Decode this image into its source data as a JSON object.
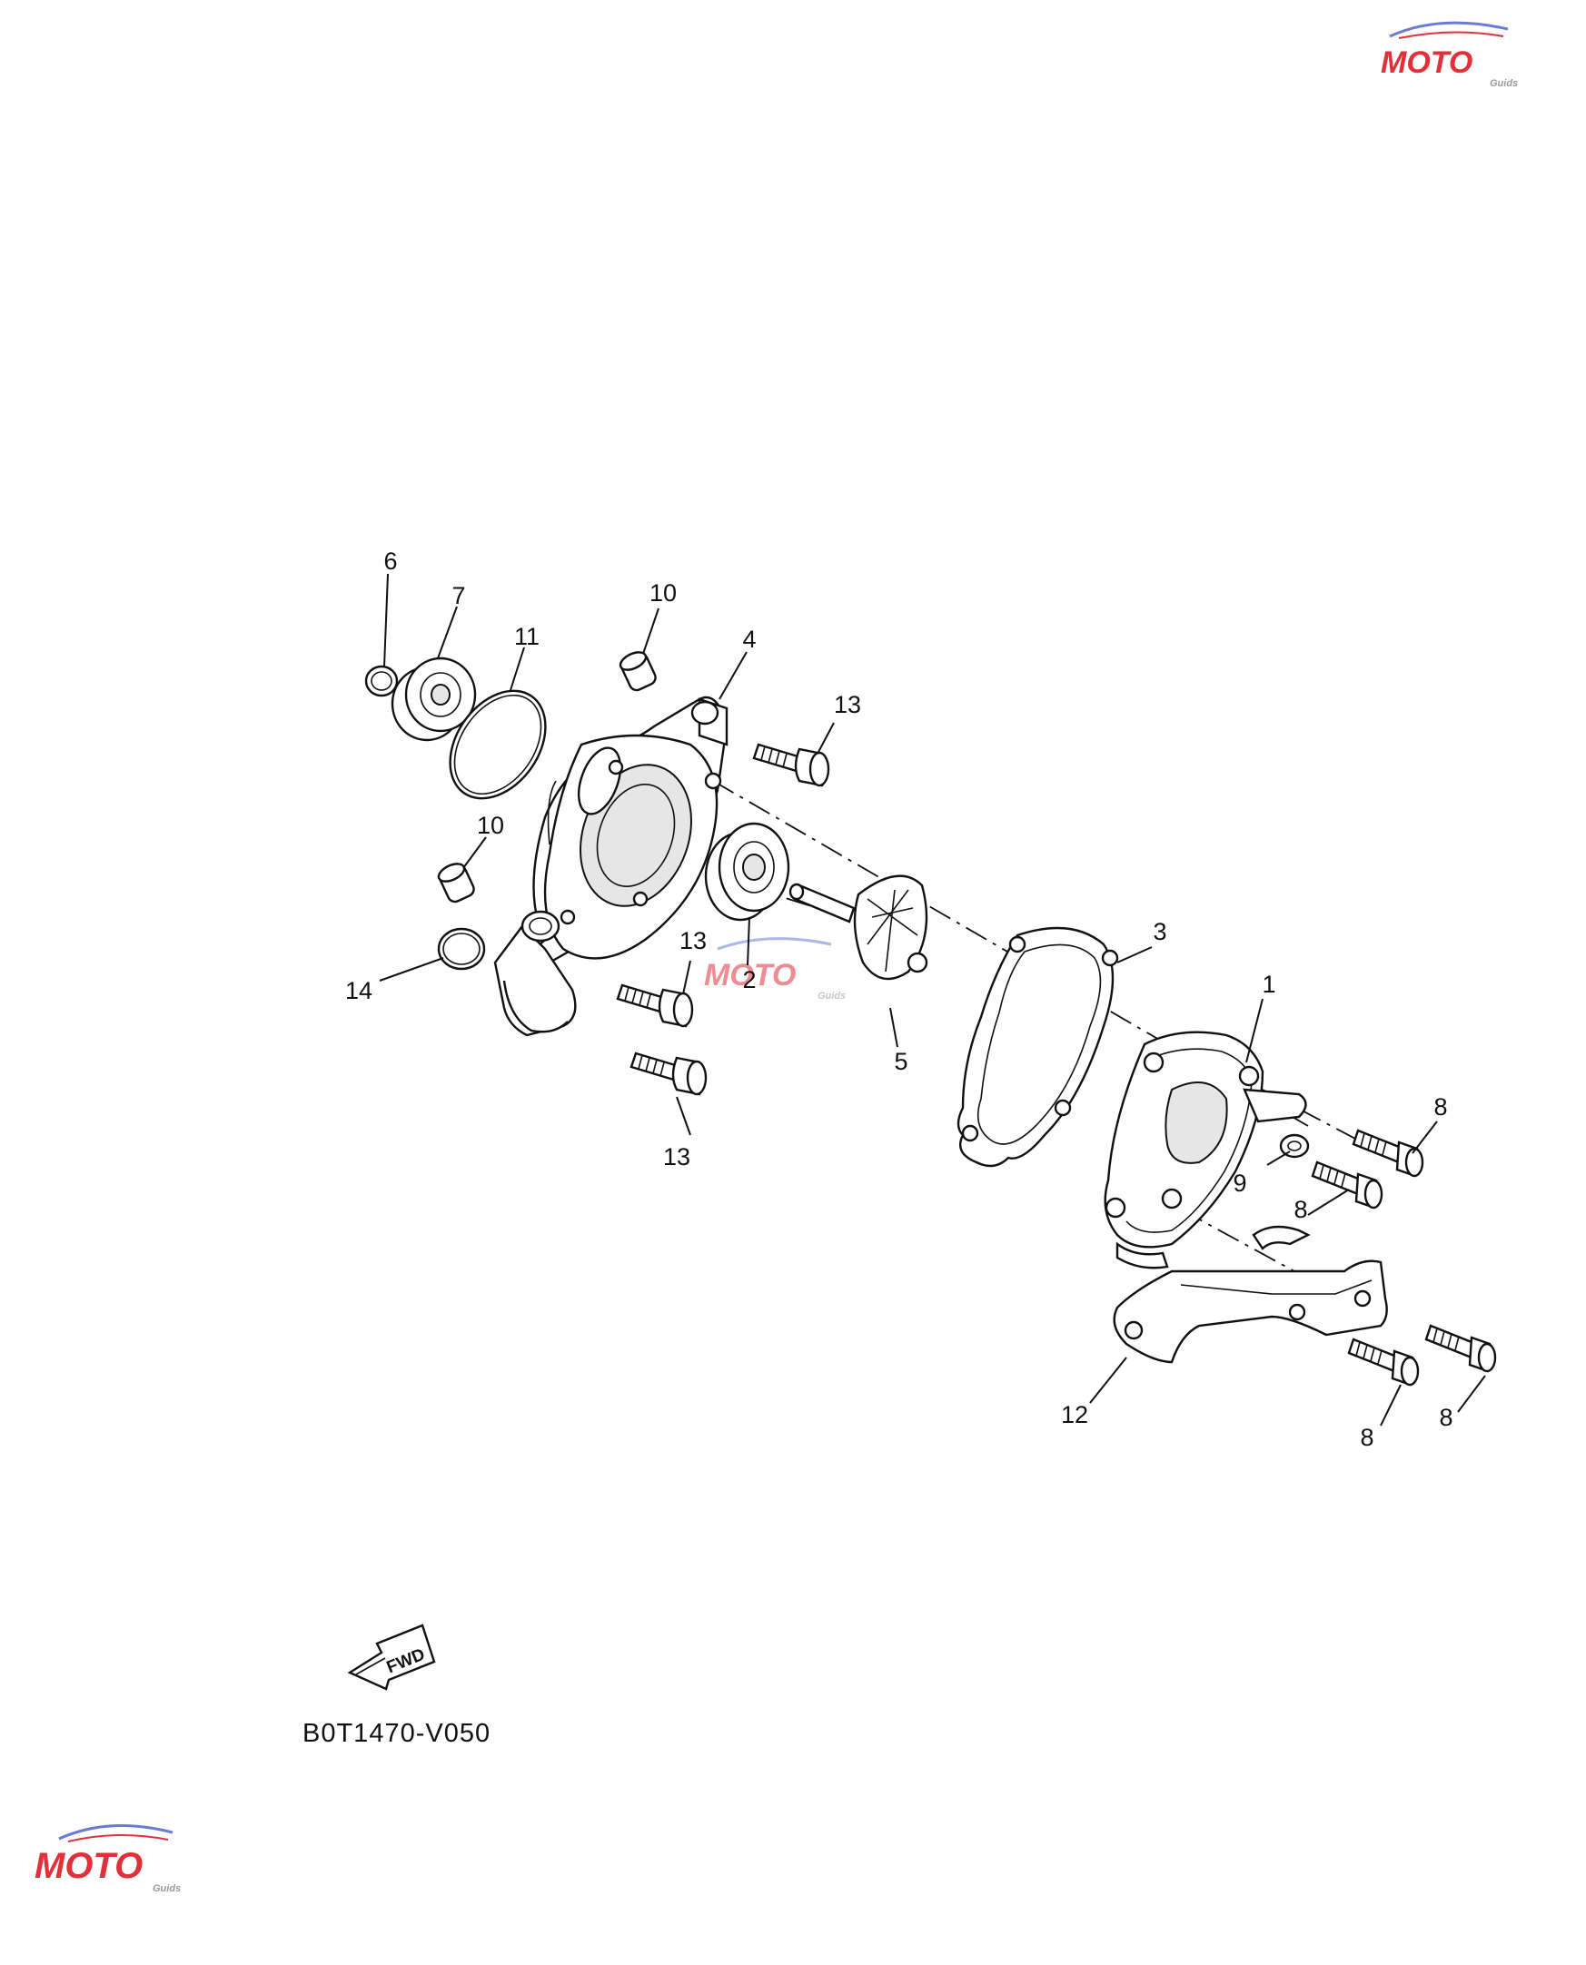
{
  "diagram": {
    "diagram_code": "B0T1470-V050",
    "fwd_arrow_label": "FWD",
    "callouts": [
      {
        "id": "c1",
        "label": "1"
      },
      {
        "id": "c2",
        "label": "2"
      },
      {
        "id": "c3",
        "label": "3"
      },
      {
        "id": "c4",
        "label": "4"
      },
      {
        "id": "c5",
        "label": "5"
      },
      {
        "id": "c6",
        "label": "6"
      },
      {
        "id": "c7",
        "label": "7"
      },
      {
        "id": "c8a",
        "label": "8"
      },
      {
        "id": "c8b",
        "label": "8"
      },
      {
        "id": "c8c",
        "label": "8"
      },
      {
        "id": "c8d",
        "label": "8"
      },
      {
        "id": "c9",
        "label": "9"
      },
      {
        "id": "c10a",
        "label": "10"
      },
      {
        "id": "c10b",
        "label": "10"
      },
      {
        "id": "c11",
        "label": "11"
      },
      {
        "id": "c12",
        "label": "12"
      },
      {
        "id": "c13a",
        "label": "13"
      },
      {
        "id": "c13b",
        "label": "13"
      },
      {
        "id": "c13c",
        "label": "13"
      },
      {
        "id": "c14",
        "label": "14"
      }
    ]
  },
  "watermark": {
    "brand": "MOTO",
    "subtitle": "Guids",
    "colors": {
      "primary": "#e0303a",
      "secondary": "#6a7bd6",
      "gray": "#9a9a9a"
    }
  }
}
